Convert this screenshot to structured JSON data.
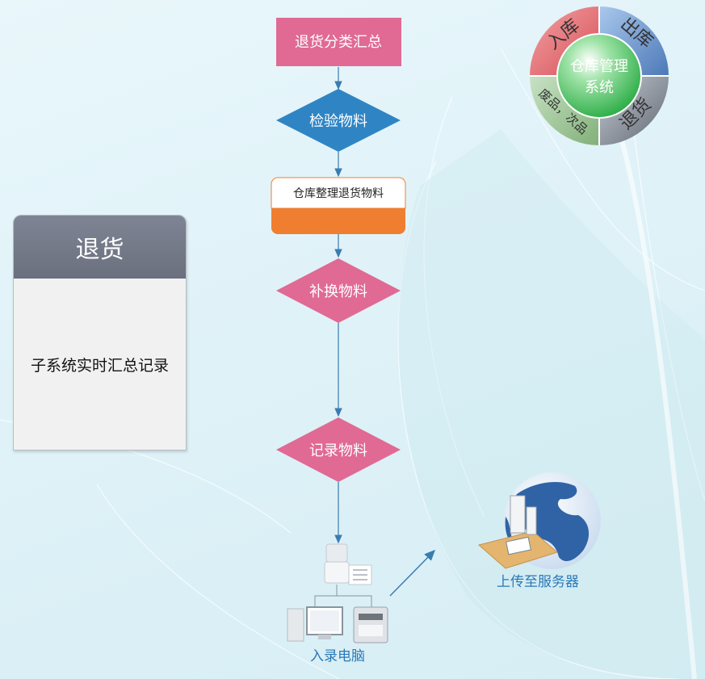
{
  "flow": {
    "step1": "退货分类汇总",
    "step2": "检验物料",
    "step3": "仓库整理退货物料",
    "step4": "补换物料",
    "step5": "记录物料"
  },
  "panel": {
    "title": "退货",
    "body": "子系统实时汇总记录"
  },
  "badge": {
    "center_line1": "仓库管理",
    "center_line2": "系统",
    "seg_in": "入库",
    "seg_out": "出库",
    "seg_return": "退货",
    "seg_defect": "废品，次品"
  },
  "computer_label": "入录电脑",
  "server_label": "上传至服务器",
  "colors": {
    "pink": "#e06a93",
    "blue": "#2f85c4",
    "orange": "#ef7e31",
    "arrow": "#3b7cb0",
    "label_blue": "#2a78b8"
  }
}
